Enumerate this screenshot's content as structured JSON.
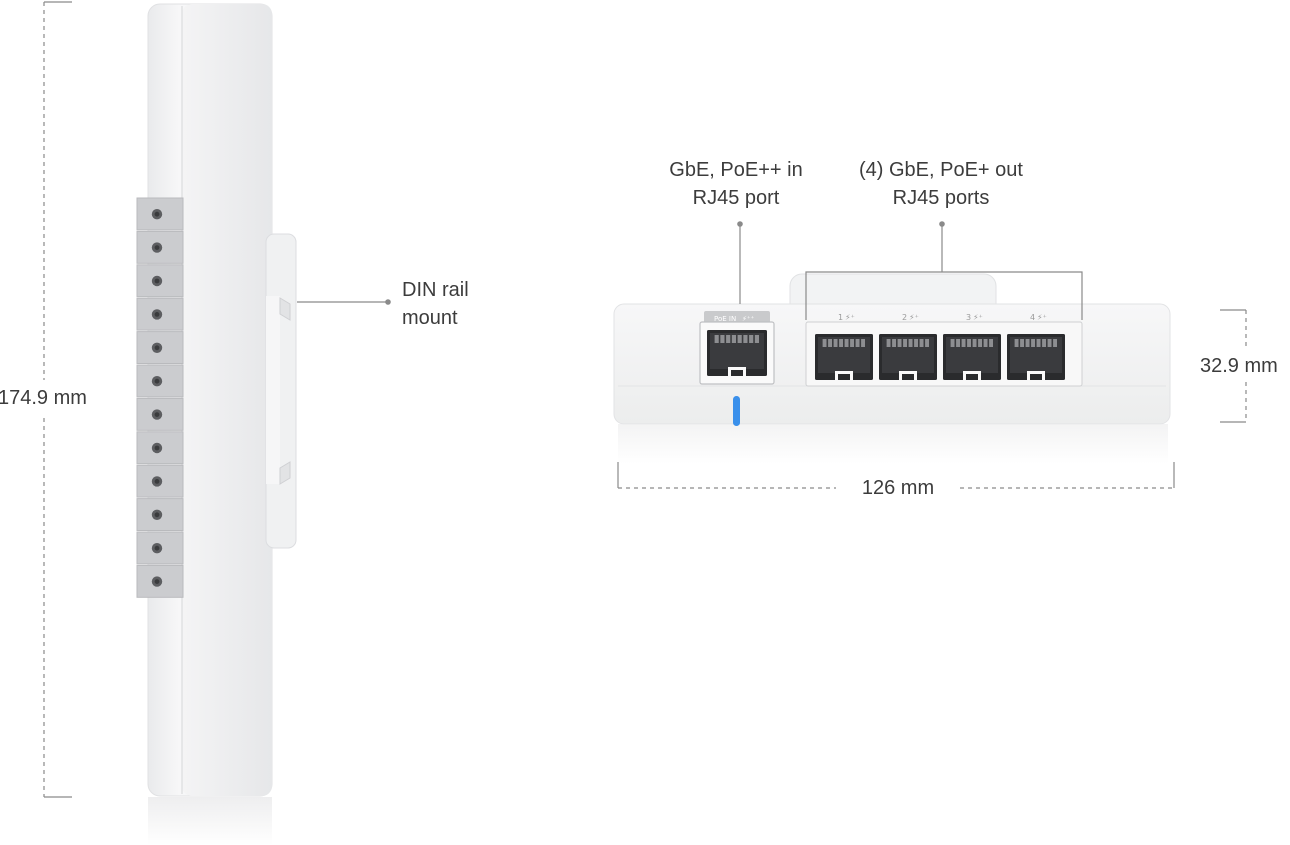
{
  "dimensions": {
    "height": "174.9 mm",
    "width": "126 mm",
    "depth": "32.9 mm"
  },
  "callouts": {
    "din_rail": {
      "line1": "DIN rail",
      "line2": "mount"
    },
    "poe_in": {
      "line1": "GbE, PoE++ in",
      "line2": "RJ45 port"
    },
    "poe_out": {
      "line1": "(4) GbE, PoE+ out",
      "line2": "RJ45 ports"
    }
  },
  "device_markings": {
    "poe_in_label": "PoE IN",
    "port_numbers": [
      "1",
      "2",
      "3",
      "4"
    ]
  },
  "colors": {
    "led": "#1e7fe0",
    "body": "#f4f4f5",
    "guide": "#8a8a8a"
  }
}
